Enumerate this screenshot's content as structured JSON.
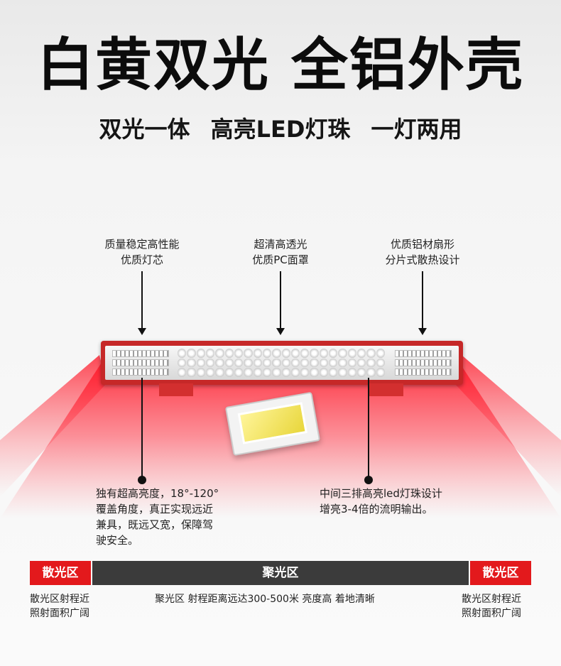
{
  "header": {
    "title": "白黄双光 全铝外壳",
    "subtitle": "双光一体 高亮LED灯珠 一灯两用"
  },
  "callouts_top": [
    {
      "lines": [
        "质量稳定高性能",
        "优质灯芯"
      ]
    },
    {
      "lines": [
        "超清高透光",
        "优质PC面罩"
      ]
    },
    {
      "lines": [
        "优质铝材扇形",
        "分片式散热设计"
      ]
    }
  ],
  "callouts_bottom": [
    {
      "lines": [
        "独有超高亮度，18°-120°",
        "覆盖角度，真正实现远近",
        "兼具，既远又宽，保障驾",
        "驶安全。"
      ]
    },
    {
      "lines": [
        "中间三排高亮led灯珠设计",
        "增亮3-4倍的流明输出。"
      ]
    }
  ],
  "zones": {
    "left_label": "散光区",
    "center_label": "聚光区",
    "right_label": "散光区"
  },
  "footnotes": {
    "left": [
      "散光区射程近",
      "照射面积广阔"
    ],
    "center": "聚光区 射程距离远达300-500米 亮度高 着地清晰",
    "right": [
      "散光区射程近",
      "照射面积广阔"
    ]
  },
  "colors": {
    "accent_red": "#e3191c",
    "dark_bar": "#3b3b3b",
    "beam_red": "#ff1a2a"
  }
}
